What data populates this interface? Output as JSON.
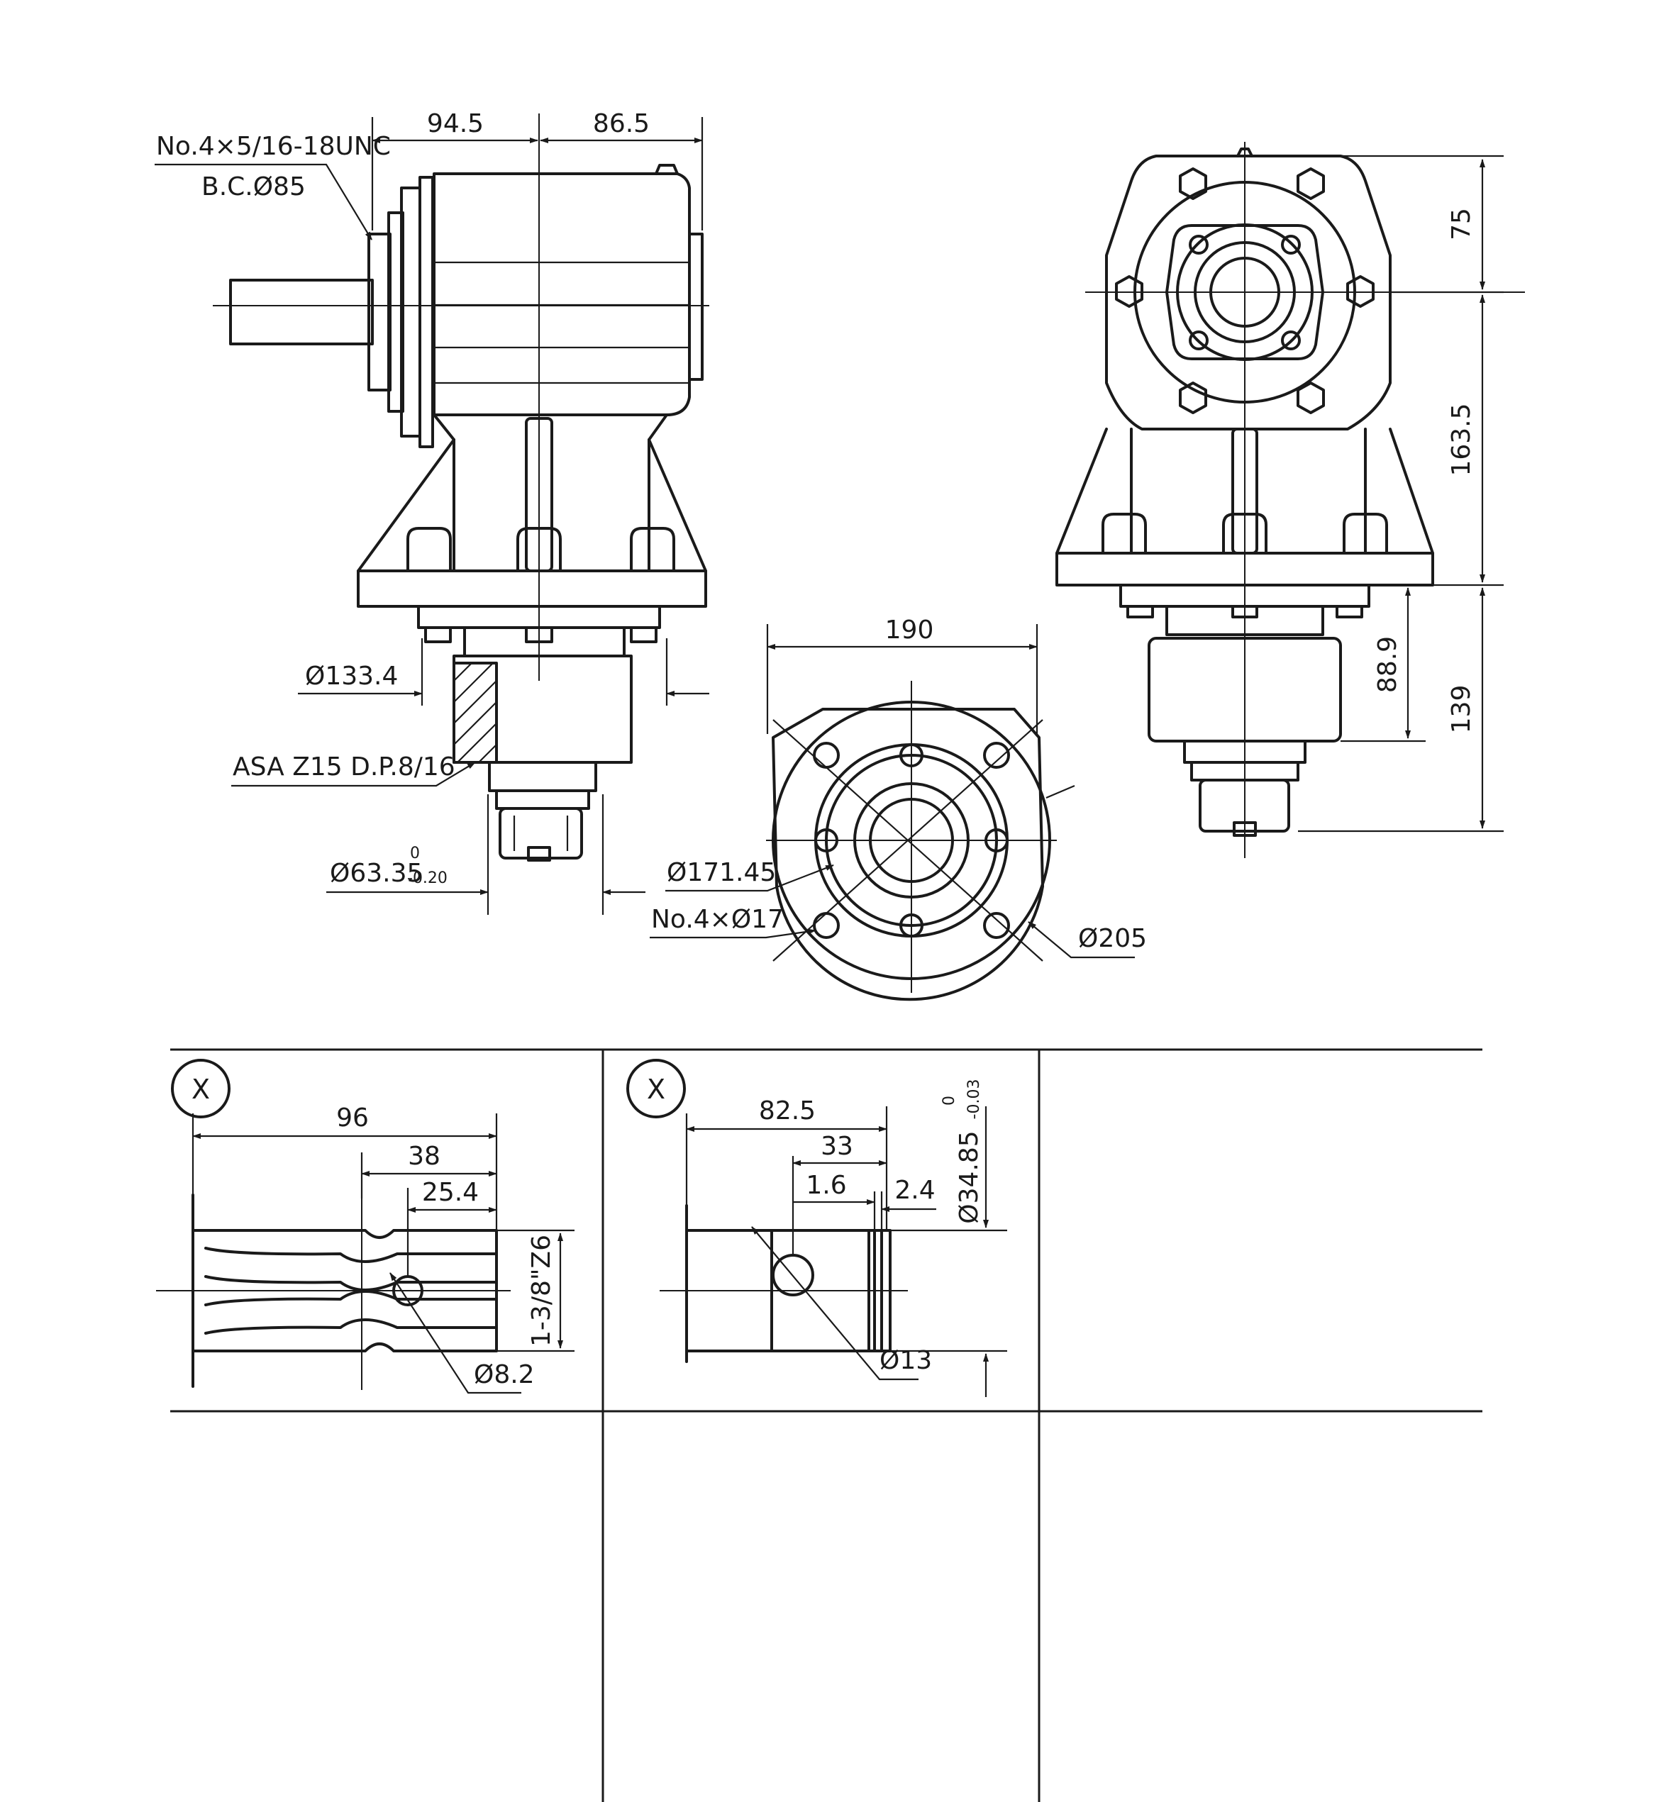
{
  "side_view": {
    "dim_width_left": "94.5",
    "dim_width_right": "86.5",
    "bolt_note_line1": "No.4×5/16-18UNC",
    "bolt_note_line2": "B.C.Ø85",
    "dia_133": "Ø133.4",
    "gear_note": "ASA Z15 D.P.8/16",
    "dia_63": "Ø63.35",
    "tol_63_upper": "0",
    "tol_63_lower": "-0.20"
  },
  "front_view": {
    "dim_75": "75",
    "dim_163": "163.5",
    "dim_88": "88.9",
    "dim_139": "139"
  },
  "flange_view": {
    "dim_190": "190",
    "dia_171": "Ø171.45",
    "holes_note": "No.4×Ø17",
    "dia_205": "Ø205"
  },
  "detail_spline": {
    "marker": "X",
    "dim_96": "96",
    "dim_38": "38",
    "dim_25": "25.4",
    "spline_note": "1-3/8\"Z6",
    "dia_8": "Ø8.2"
  },
  "detail_round": {
    "marker": "X",
    "dim_82": "82.5",
    "dim_33": "33",
    "dim_1_6": "1.6",
    "dim_2_4": "2.4",
    "dia_34": "Ø34.85",
    "tol_34_upper": "0",
    "tol_34_lower": "-0.03",
    "dia_13": "Ø13"
  }
}
